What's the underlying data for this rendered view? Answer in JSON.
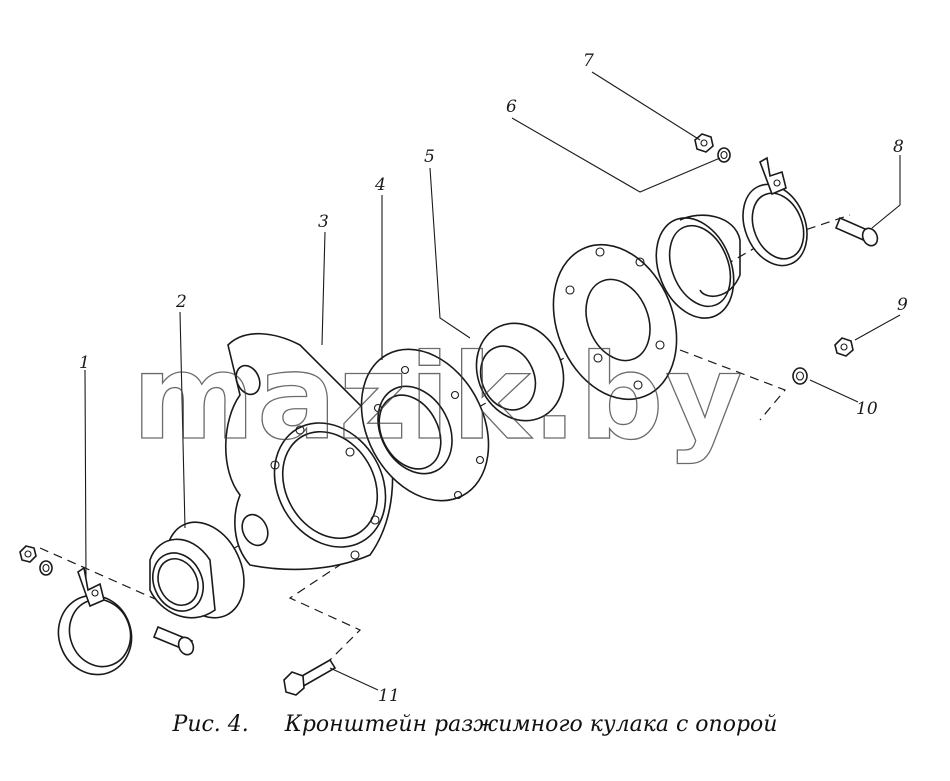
{
  "diagram": {
    "callouts": [
      "1",
      "2",
      "3",
      "4",
      "5",
      "6",
      "7",
      "8",
      "9",
      "10",
      "11"
    ],
    "watermark": "mazik.by"
  },
  "caption": {
    "fig": "Рис. 4.",
    "title": "Кронштейн разжимного кулака с опорой"
  }
}
